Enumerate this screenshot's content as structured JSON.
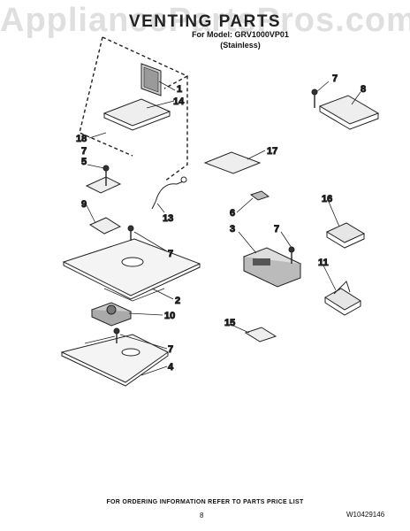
{
  "watermark": "AppliancePartsPros.com",
  "header": {
    "title": "VENTING PARTS",
    "model_line": "For Model: GRV1000VP01",
    "finish_line": "(Stainless)"
  },
  "callouts": {
    "c1": "1",
    "c2": "2",
    "c3": "3",
    "c4": "4",
    "c5": "5",
    "c6": "6",
    "c7a": "7",
    "c7b": "7",
    "c7c": "7",
    "c7d": "7",
    "c7e": "7",
    "c8": "8",
    "c9": "9",
    "c10": "10",
    "c11": "11",
    "c13": "13",
    "c14": "14",
    "c15": "15",
    "c16": "16",
    "c17": "17",
    "c18": "18"
  },
  "footer": {
    "note": "FOR ORDERING INFORMATION REFER TO PARTS PRICE LIST",
    "page": "8",
    "doc_id": "W10429146"
  }
}
